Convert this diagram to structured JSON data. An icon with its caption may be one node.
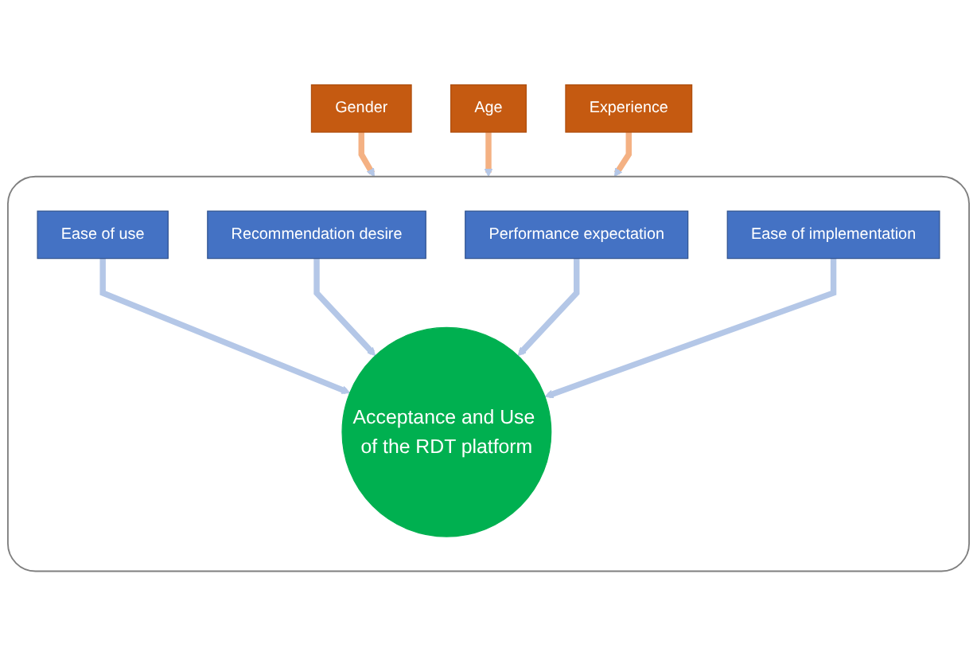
{
  "diagram": {
    "nodes": [
      {
        "text": [
          "Gender"
        ]
      },
      {
        "text": [
          "Age"
        ]
      },
      {
        "text": [
          "Experience"
        ]
      },
      {
        "text": [],
        "shape": "box"
      },
      {
        "text": [
          "Ease of use"
        ],
        "in": 3
      },
      {
        "text": [
          "Recommendation desire"
        ],
        "in": 3
      },
      {
        "text": [
          "Performance expectation"
        ],
        "in": 3
      },
      {
        "text": [
          "Acceptance and Use of the RDT platform"
        ],
        "in": 3
      },
      {
        "text": [
          "Ease of implementation"
        ],
        "in": 3
      }
    ],
    "edges": [
      {
        "from": 0,
        "to": 3,
        "arrow": "to",
        "color": "#f4b183"
      },
      {
        "from": 1,
        "to": 3,
        "arrow": "to",
        "color": "#f4b183"
      },
      {
        "from": 2,
        "to": 3,
        "arrow": "to",
        "color": "#f4b183"
      },
      {
        "from": 4,
        "to": 7,
        "arrow": "to"
      },
      {
        "from": 5,
        "to": 7,
        "arrow": "to"
      },
      {
        "from": 6,
        "to": 7,
        "arrow": "to"
      },
      {
        "from": 8,
        "to": 7,
        "arrow": "to"
      }
    ]
  }
}
